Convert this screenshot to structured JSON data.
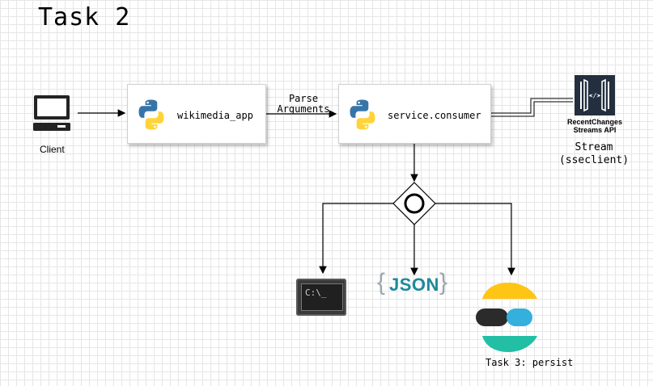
{
  "title": "Task 2",
  "client": {
    "label": "Client"
  },
  "wikimedia_app": {
    "label": "wikimedia_app"
  },
  "edge_label": {
    "line1": "Parse",
    "line2": "Arguments"
  },
  "service_consumer": {
    "label": "service.consumer"
  },
  "recent_changes": {
    "line1": "RecentChanges",
    "line2": "Streams API",
    "caption_line1": "Stream",
    "caption_line2": "(sseclient)"
  },
  "terminal": {
    "text": "C:\\_"
  },
  "json_logo": {
    "text": "JSON"
  },
  "elastic": {
    "label": "Task 3: persist"
  },
  "colors": {
    "python_blue": "#3775a9",
    "python_yellow": "#ffd43b",
    "json_teal": "#1b8a9b",
    "elastic_yellow": "#fec514",
    "elastic_blue": "#35b0dc",
    "elastic_teal": "#22bfa5",
    "elastic_dark": "#2b2b2b",
    "aws_dark": "#232f3e"
  }
}
